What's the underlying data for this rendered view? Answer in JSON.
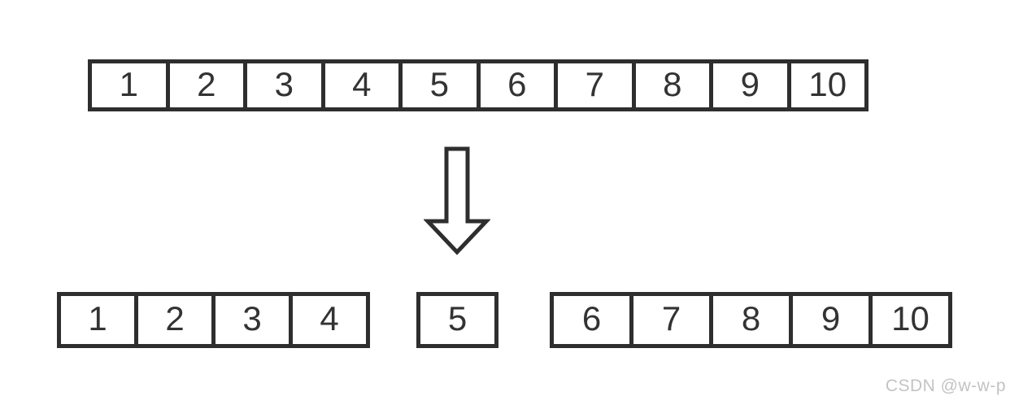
{
  "diagram": {
    "description": "array-split-diagram",
    "top_array": {
      "cells": [
        "1",
        "2",
        "3",
        "4",
        "5",
        "6",
        "7",
        "8",
        "9",
        "10"
      ]
    },
    "arrow": {
      "direction": "down",
      "style": "hollow-outline"
    },
    "bottom_groups": [
      {
        "cells": [
          "1",
          "2",
          "3",
          "4"
        ]
      },
      {
        "cells": [
          "5"
        ]
      },
      {
        "cells": [
          "6",
          "7",
          "8",
          "9",
          "10"
        ]
      }
    ]
  },
  "watermark": {
    "text": "CSDN @w-w-p"
  },
  "colors": {
    "line": "#2e2e2e",
    "text": "#333333",
    "watermark": "#c3c3c3",
    "bg": "#ffffff"
  }
}
